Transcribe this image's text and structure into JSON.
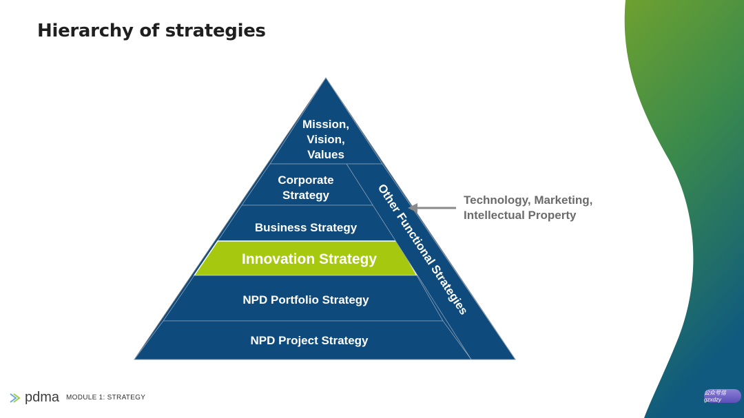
{
  "slide": {
    "title": "Hierarchy of strategies"
  },
  "pyramid": {
    "levels": [
      {
        "lines": [
          "Mission,",
          "Vision,",
          "Values"
        ]
      },
      {
        "lines": [
          "Corporate",
          "Strategy"
        ]
      },
      {
        "lines": [
          "Business Strategy"
        ]
      },
      {
        "lines": [
          "Innovation Strategy"
        ]
      },
      {
        "lines": [
          "NPD Portfolio Strategy"
        ]
      },
      {
        "lines": [
          "NPD Project Strategy"
        ]
      }
    ],
    "side_label": "Other Functional Strategies",
    "callout": [
      "Technology, Marketing,",
      "Intellectual Property"
    ]
  },
  "colors": {
    "navy": "#0e4a7c",
    "highlight": "#a6c90f",
    "arrow": "#8a8a8a"
  },
  "footer": {
    "logo_text": "pdma",
    "module": "MODULE 1:  STRATEGY",
    "badge": "公众号信gzxdzy"
  }
}
